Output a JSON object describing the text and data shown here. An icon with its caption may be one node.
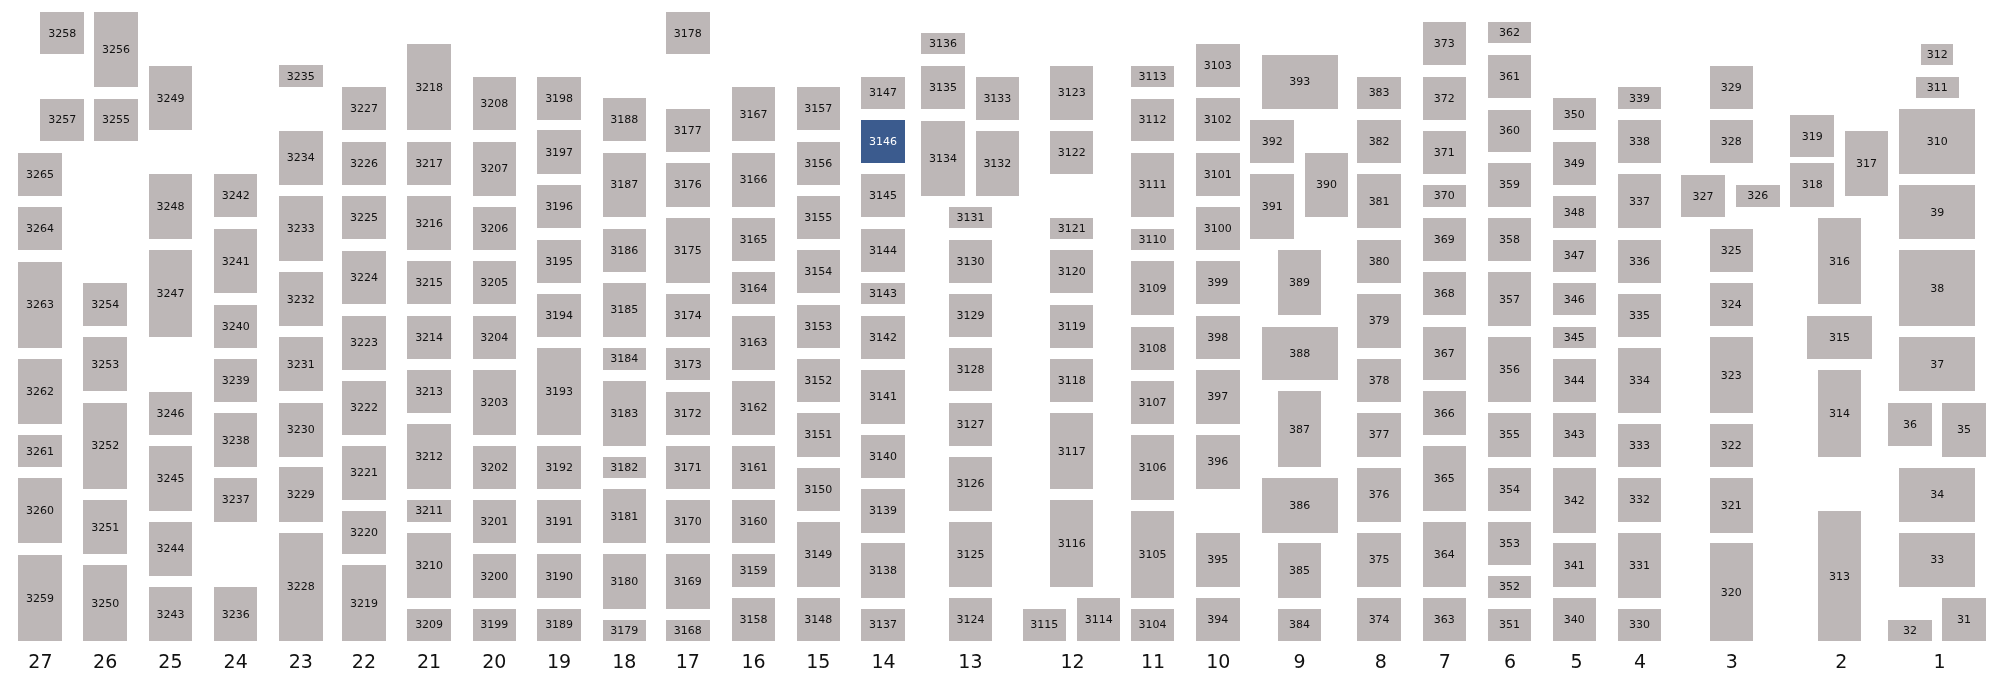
{
  "diagram": {
    "nodes": [
      {
        "text": [
          "3258"
        ]
      },
      {
        "text": [
          "3257"
        ]
      },
      {
        "text": [
          "3265"
        ]
      },
      {
        "text": [
          "3264"
        ]
      },
      {
        "text": [
          "3263"
        ]
      },
      {
        "text": [
          "3262"
        ]
      },
      {
        "text": [
          "3261"
        ]
      },
      {
        "text": [
          "3260"
        ]
      },
      {
        "text": [
          "3259"
        ]
      },
      {
        "text": [
          "3256"
        ]
      },
      {
        "text": [
          "3255"
        ]
      },
      {
        "text": [
          "3254"
        ]
      },
      {
        "text": [
          "3253"
        ]
      },
      {
        "text": [
          "3252"
        ]
      },
      {
        "text": [
          "3251"
        ]
      },
      {
        "text": [
          "3250"
        ]
      },
      {
        "text": [
          "3249"
        ]
      },
      {
        "text": [
          "3248"
        ]
      },
      {
        "text": [
          "3247"
        ]
      },
      {
        "text": [
          "3246"
        ]
      },
      {
        "text": [
          "3245"
        ]
      },
      {
        "text": [
          "3244"
        ]
      },
      {
        "text": [
          "3243"
        ]
      },
      {
        "text": [
          "3242"
        ]
      },
      {
        "text": [
          "3241"
        ]
      },
      {
        "text": [
          "3240"
        ]
      },
      {
        "text": [
          "3239"
        ]
      },
      {
        "text": [
          "3238"
        ]
      },
      {
        "text": [
          "3237"
        ]
      },
      {
        "text": [
          "3236"
        ]
      },
      {
        "text": [
          "3235"
        ]
      },
      {
        "text": [
          "3234"
        ]
      },
      {
        "text": [
          "3233"
        ]
      },
      {
        "text": [
          "3232"
        ]
      },
      {
        "text": [
          "3231"
        ]
      },
      {
        "text": [
          "3230"
        ]
      },
      {
        "text": [
          "3229"
        ]
      },
      {
        "text": [
          "3228"
        ]
      },
      {
        "text": [
          "3227"
        ]
      },
      {
        "text": [
          "3226"
        ]
      },
      {
        "text": [
          "3225"
        ]
      },
      {
        "text": [
          "3224"
        ]
      },
      {
        "text": [
          "3223"
        ]
      },
      {
        "text": [
          "3222"
        ]
      },
      {
        "text": [
          "3221"
        ]
      },
      {
        "text": [
          "3220"
        ]
      },
      {
        "text": [
          "3219"
        ]
      },
      {
        "text": [
          "3218"
        ]
      },
      {
        "text": [
          "3217"
        ]
      },
      {
        "text": [
          "3216"
        ]
      },
      {
        "text": [
          "3215"
        ]
      },
      {
        "text": [
          "3214"
        ]
      },
      {
        "text": [
          "3213"
        ]
      },
      {
        "text": [
          "3212"
        ]
      },
      {
        "text": [
          "3211"
        ]
      },
      {
        "text": [
          "3210"
        ]
      },
      {
        "text": [
          "3209"
        ]
      },
      {
        "text": [
          "3208"
        ]
      },
      {
        "text": [
          "3207"
        ]
      },
      {
        "text": [
          "3206"
        ]
      },
      {
        "text": [
          "3205"
        ]
      },
      {
        "text": [
          "3204"
        ]
      },
      {
        "text": [
          "3203"
        ]
      },
      {
        "text": [
          "3202"
        ]
      },
      {
        "text": [
          "3201"
        ]
      },
      {
        "text": [
          "3200"
        ]
      },
      {
        "text": [
          "3199"
        ]
      },
      {
        "text": [
          "3198"
        ]
      },
      {
        "text": [
          "3197"
        ]
      },
      {
        "text": [
          "3196"
        ]
      },
      {
        "text": [
          "3195"
        ]
      },
      {
        "text": [
          "3194"
        ]
      },
      {
        "text": [
          "3193"
        ]
      },
      {
        "text": [
          "3192"
        ]
      },
      {
        "text": [
          "3191"
        ]
      },
      {
        "text": [
          "3190"
        ]
      },
      {
        "text": [
          "3189"
        ]
      },
      {
        "text": [
          "3188"
        ]
      },
      {
        "text": [
          "3187"
        ]
      },
      {
        "text": [
          "3186"
        ]
      },
      {
        "text": [
          "3185"
        ]
      },
      {
        "text": [
          "3184"
        ]
      },
      {
        "text": [
          "3183"
        ]
      },
      {
        "text": [
          "3182"
        ]
      },
      {
        "text": [
          "3181"
        ]
      },
      {
        "text": [
          "3180"
        ]
      },
      {
        "text": [
          "3179"
        ]
      },
      {
        "text": [
          "3178"
        ]
      },
      {
        "text": [
          "3177"
        ]
      },
      {
        "text": [
          "3176"
        ]
      },
      {
        "text": [
          "3175"
        ]
      },
      {
        "text": [
          "3174"
        ]
      },
      {
        "text": [
          "3173"
        ]
      },
      {
        "text": [
          "3172"
        ]
      },
      {
        "text": [
          "3171"
        ]
      },
      {
        "text": [
          "3170"
        ]
      },
      {
        "text": [
          "3169"
        ]
      },
      {
        "text": [
          "3168"
        ]
      },
      {
        "text": [
          "3167"
        ]
      },
      {
        "text": [
          "3166"
        ]
      },
      {
        "text": [
          "3165"
        ]
      },
      {
        "text": [
          "3164"
        ]
      },
      {
        "text": [
          "3163"
        ]
      },
      {
        "text": [
          "3162"
        ]
      },
      {
        "text": [
          "3161"
        ]
      },
      {
        "text": [
          "3160"
        ]
      },
      {
        "text": [
          "3159"
        ]
      },
      {
        "text": [
          "3158"
        ]
      },
      {
        "text": [
          "3157"
        ]
      },
      {
        "text": [
          "3156"
        ]
      },
      {
        "text": [
          "3155"
        ]
      },
      {
        "text": [
          "3154"
        ]
      },
      {
        "text": [
          "3153"
        ]
      },
      {
        "text": [
          "3152"
        ]
      },
      {
        "text": [
          "3151"
        ]
      },
      {
        "text": [
          "3150"
        ]
      },
      {
        "text": [
          "3149"
        ]
      },
      {
        "text": [
          "3148"
        ]
      },
      {
        "text": [
          "3147"
        ]
      },
      {
        "text": [
          "3146"
        ]
      },
      {
        "text": [
          "3145"
        ]
      },
      {
        "text": [
          "3144"
        ]
      },
      {
        "text": [
          "3143"
        ]
      },
      {
        "text": [
          "3142"
        ]
      },
      {
        "text": [
          "3141"
        ]
      },
      {
        "text": [
          "3140"
        ]
      },
      {
        "text": [
          "3139"
        ]
      },
      {
        "text": [
          "3138"
        ]
      },
      {
        "text": [
          "3137"
        ]
      },
      {
        "text": [
          "3136"
        ]
      },
      {
        "text": [
          "3135"
        ]
      },
      {
        "text": [
          "3133"
        ]
      },
      {
        "text": [
          "3134"
        ]
      },
      {
        "text": [
          "3132"
        ]
      },
      {
        "text": [
          "3131"
        ]
      },
      {
        "text": [
          "3130"
        ]
      },
      {
        "text": [
          "3129"
        ]
      },
      {
        "text": [
          "3128"
        ]
      },
      {
        "text": [
          "3127"
        ]
      },
      {
        "text": [
          "3126"
        ]
      },
      {
        "text": [
          "3125"
        ]
      },
      {
        "text": [
          "3124"
        ]
      },
      {
        "text": [
          "3123"
        ]
      },
      {
        "text": [
          "3122"
        ]
      },
      {
        "text": [
          "3121"
        ]
      },
      {
        "text": [
          "3120"
        ]
      },
      {
        "text": [
          "3119"
        ]
      },
      {
        "text": [
          "3118"
        ]
      },
      {
        "text": [
          "3117"
        ]
      },
      {
        "text": [
          "3116"
        ]
      },
      {
        "text": [
          "3115"
        ]
      },
      {
        "text": [
          "3114"
        ]
      },
      {
        "text": [
          "3113"
        ]
      },
      {
        "text": [
          "3112"
        ]
      },
      {
        "text": [
          "3111"
        ]
      },
      {
        "text": [
          "3110"
        ]
      },
      {
        "text": [
          "3109"
        ]
      },
      {
        "text": [
          "3108"
        ]
      },
      {
        "text": [
          "3107"
        ]
      },
      {
        "text": [
          "3106"
        ]
      },
      {
        "text": [
          "3105"
        ]
      },
      {
        "text": [
          "3104"
        ]
      },
      {
        "text": [
          "3103"
        ]
      },
      {
        "text": [
          "3102"
        ]
      },
      {
        "text": [
          "3101"
        ]
      },
      {
        "text": [
          "3100"
        ]
      },
      {
        "text": [
          "399"
        ]
      },
      {
        "text": [
          "398"
        ]
      },
      {
        "text": [
          "397"
        ]
      },
      {
        "text": [
          "396"
        ]
      },
      {
        "text": [
          "395"
        ]
      },
      {
        "text": [
          "394"
        ]
      },
      {
        "text": [
          "393"
        ]
      },
      {
        "text": [
          "392"
        ]
      },
      {
        "text": [
          "390"
        ]
      },
      {
        "text": [
          "391"
        ]
      },
      {
        "text": [
          "389"
        ]
      },
      {
        "text": [
          "388"
        ]
      },
      {
        "text": [
          "387"
        ]
      },
      {
        "text": [
          "386"
        ]
      },
      {
        "text": [
          "385"
        ]
      },
      {
        "text": [
          "384"
        ]
      },
      {
        "text": [
          "383"
        ]
      },
      {
        "text": [
          "382"
        ]
      },
      {
        "text": [
          "381"
        ]
      },
      {
        "text": [
          "380"
        ]
      },
      {
        "text": [
          "379"
        ]
      },
      {
        "text": [
          "378"
        ]
      },
      {
        "text": [
          "377"
        ]
      },
      {
        "text": [
          "376"
        ]
      },
      {
        "text": [
          "375"
        ]
      },
      {
        "text": [
          "374"
        ]
      },
      {
        "text": [
          "373"
        ]
      },
      {
        "text": [
          "372"
        ]
      },
      {
        "text": [
          "371"
        ]
      },
      {
        "text": [
          "370"
        ]
      },
      {
        "text": [
          "369"
        ]
      },
      {
        "text": [
          "368"
        ]
      },
      {
        "text": [
          "367"
        ]
      },
      {
        "text": [
          "366"
        ]
      },
      {
        "text": [
          "365"
        ]
      },
      {
        "text": [
          "364"
        ]
      },
      {
        "text": [
          "363"
        ]
      },
      {
        "text": [
          "362"
        ]
      },
      {
        "text": [
          "361"
        ]
      },
      {
        "text": [
          "360"
        ]
      },
      {
        "text": [
          "359"
        ]
      },
      {
        "text": [
          "358"
        ]
      },
      {
        "text": [
          "357"
        ]
      },
      {
        "text": [
          "356"
        ]
      },
      {
        "text": [
          "355"
        ]
      },
      {
        "text": [
          "354"
        ]
      },
      {
        "text": [
          "353"
        ]
      },
      {
        "text": [
          "352"
        ]
      },
      {
        "text": [
          "351"
        ]
      },
      {
        "text": [
          "350"
        ]
      },
      {
        "text": [
          "349"
        ]
      },
      {
        "text": [
          "348"
        ]
      },
      {
        "text": [
          "347"
        ]
      },
      {
        "text": [
          "346"
        ]
      },
      {
        "text": [
          "345"
        ]
      },
      {
        "text": [
          "344"
        ]
      },
      {
        "text": [
          "343"
        ]
      },
      {
        "text": [
          "342"
        ]
      },
      {
        "text": [
          "341"
        ]
      },
      {
        "text": [
          "340"
        ]
      },
      {
        "text": [
          "339"
        ]
      },
      {
        "text": [
          "338"
        ]
      },
      {
        "text": [
          "337"
        ]
      },
      {
        "text": [
          "336"
        ]
      },
      {
        "text": [
          "335"
        ]
      },
      {
        "text": [
          "334"
        ]
      },
      {
        "text": [
          "333"
        ]
      },
      {
        "text": [
          "332"
        ]
      },
      {
        "text": [
          "331"
        ]
      },
      {
        "text": [
          "330"
        ]
      },
      {
        "text": [
          "329"
        ]
      },
      {
        "text": [
          "328"
        ]
      },
      {
        "text": [
          "327"
        ]
      },
      {
        "text": [
          "326"
        ]
      },
      {
        "text": [
          "325"
        ]
      },
      {
        "text": [
          "324"
        ]
      },
      {
        "text": [
          "323"
        ]
      },
      {
        "text": [
          "322"
        ]
      },
      {
        "text": [
          "321"
        ]
      },
      {
        "text": [
          "320"
        ]
      },
      {
        "text": [
          "319"
        ]
      },
      {
        "text": [
          "317"
        ]
      },
      {
        "text": [
          "318"
        ]
      },
      {
        "text": [
          "316"
        ]
      },
      {
        "text": [
          "315"
        ]
      },
      {
        "text": [
          "314"
        ]
      },
      {
        "text": [
          "313"
        ]
      },
      {
        "text": [
          "312"
        ]
      },
      {
        "text": [
          "311"
        ]
      },
      {
        "text": [
          "310"
        ]
      },
      {
        "text": [
          "39"
        ]
      },
      {
        "text": [
          "38"
        ]
      },
      {
        "text": [
          "37"
        ]
      },
      {
        "text": [
          "36"
        ]
      },
      {
        "text": [
          "35"
        ]
      },
      {
        "text": [
          "34"
        ]
      },
      {
        "text": [
          "33"
        ]
      },
      {
        "text": [
          "32"
        ]
      },
      {
        "text": [
          "31"
        ]
      }
    ],
    "labels": [
      "27",
      "26",
      "25",
      "24",
      "23",
      "22",
      "21",
      "20",
      "19",
      "18",
      "17",
      "16",
      "15",
      "14",
      "13",
      "12",
      "11",
      "10",
      "9",
      "8",
      "7",
      "6",
      "5",
      "4",
      "3",
      "2",
      "1"
    ]
  }
}
